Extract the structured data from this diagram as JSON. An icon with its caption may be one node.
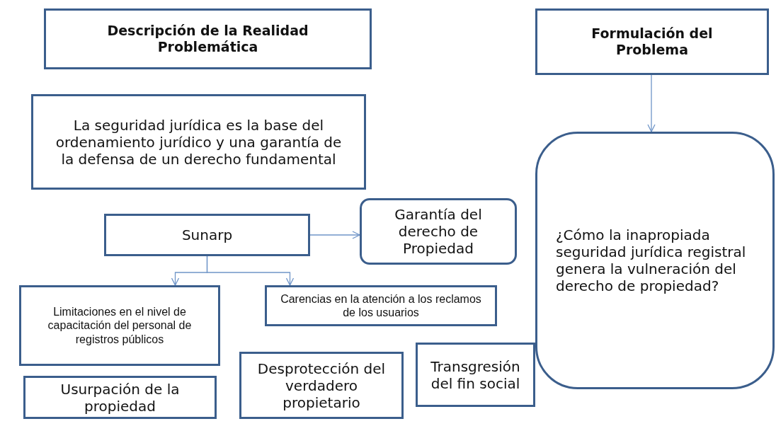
{
  "diagram": {
    "nodes": [
      {
        "text": [
          "Descripción de la Realidad Problemática"
        ]
      },
      {
        "text": [
          "Formulación del Problema"
        ]
      },
      {
        "text": [
          "La seguridad jurídica es la base del ordenamiento jurídico  y una garantía de la defensa de un derecho fundamental"
        ]
      },
      {
        "text": [
          "Sunarp"
        ]
      },
      {
        "text": [
          "Garantía  del derecho de Propiedad"
        ]
      },
      {
        "text": [
          "¿Cómo la inapropiada seguridad jurídica registral genera la vulneración del derecho de propiedad?"
        ]
      },
      {
        "text": [
          "Limitaciones en el nivel de capacitación del personal de registros públicos"
        ]
      },
      {
        "text": [
          "Carencias en la atención a los reclamos de los usuarios"
        ]
      },
      {
        "text": [
          "Usurpación de la propiedad"
        ]
      },
      {
        "text": [
          "Desprotección del verdadero propietario"
        ]
      },
      {
        "text": [
          "Transgresión del fin social"
        ]
      }
    ],
    "edges": [
      {
        "from": 3,
        "to": 4,
        "arrow": "to"
      },
      {
        "from": 1,
        "to": 5,
        "arrow": "to"
      },
      {
        "from": 3,
        "to": 6,
        "arrow": "to"
      },
      {
        "from": 3,
        "to": 7,
        "arrow": "to"
      }
    ]
  }
}
